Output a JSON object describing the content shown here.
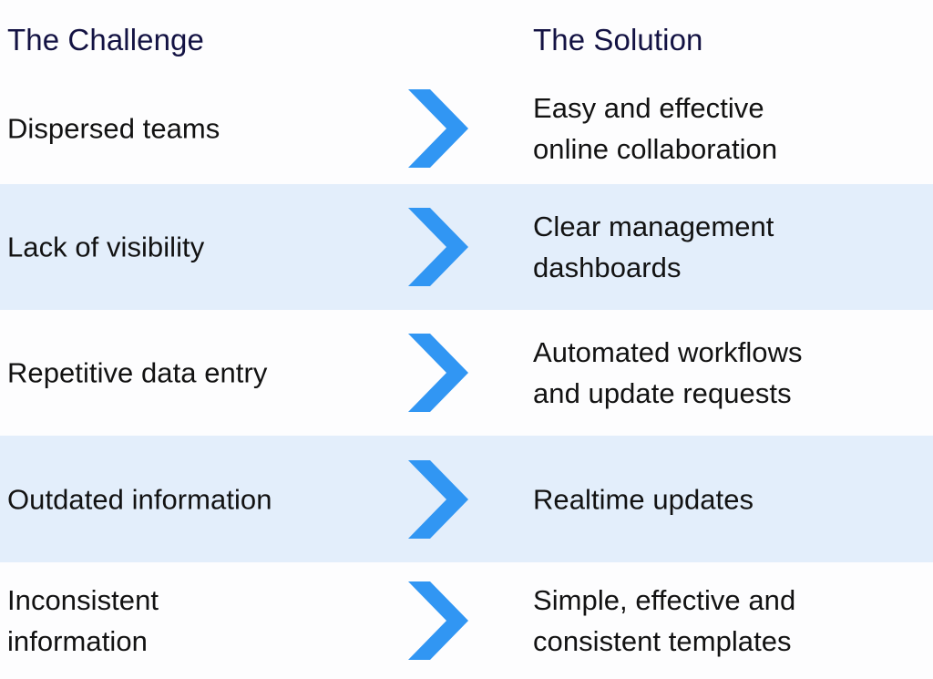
{
  "colors": {
    "accent_blue": "#3196f3",
    "band_blue": "#e3eefb",
    "heading_navy": "#131243",
    "body_text": "#121212",
    "background": "#fdfdfe"
  },
  "header": {
    "challenge_label": "The Challenge",
    "solution_label": "The Solution"
  },
  "arrow": {
    "icon_name": "chevron-right-icon",
    "count": 5
  },
  "rows": [
    {
      "shaded": false,
      "challenge": [
        "Dispersed teams"
      ],
      "solution": [
        "Easy and effective",
        "online collaboration"
      ]
    },
    {
      "shaded": true,
      "challenge": [
        "Lack of visibility"
      ],
      "solution": [
        "Clear management",
        "dashboards"
      ]
    },
    {
      "shaded": false,
      "challenge": [
        "Repetitive data entry"
      ],
      "solution": [
        "Automated workflows",
        "and update requests"
      ]
    },
    {
      "shaded": true,
      "challenge": [
        "Outdated information"
      ],
      "solution": [
        "Realtime updates"
      ]
    },
    {
      "shaded": false,
      "challenge": [
        "Inconsistent",
        "information"
      ],
      "solution": [
        "Simple, effective and",
        "consistent templates"
      ]
    }
  ]
}
